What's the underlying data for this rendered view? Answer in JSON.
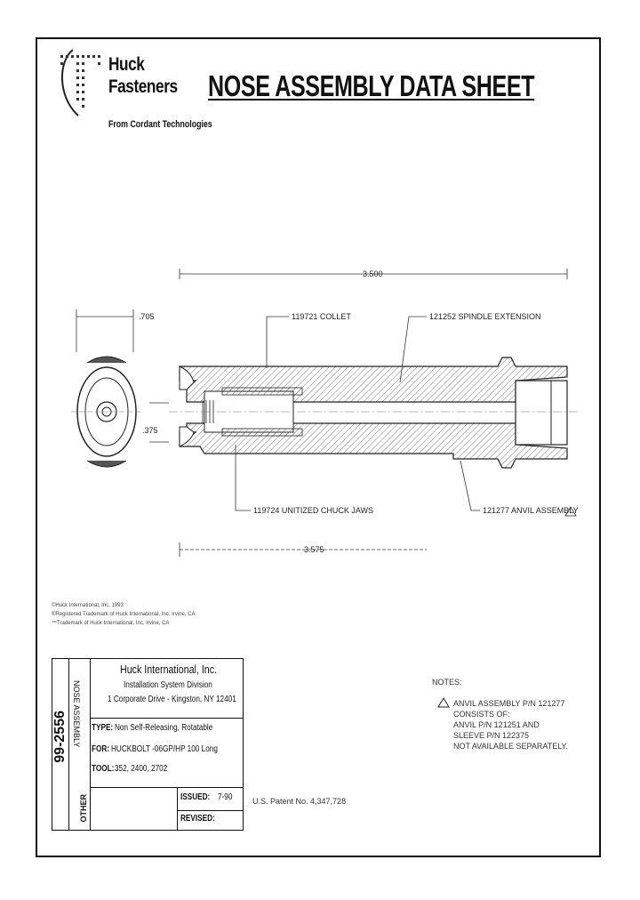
{
  "header": {
    "brand_line1": "Huck",
    "brand_line2": "Fasteners",
    "brand_sub": "From Cordant Technologies",
    "title": "NOSE ASSEMBLY DATA SHEET"
  },
  "drawing": {
    "dim_overall": "3.500",
    "dim_width": ".705",
    "dim_diameter": ".375",
    "dim_lower": "3.575",
    "label_collet": "119721 COLLET",
    "label_spindle": "121252 SPINDLE EXTENSION",
    "label_jaws": "119724 UNITIZED CHUCK JAWS",
    "label_anvil": "121277 ANVIL ASSEMBLY"
  },
  "fineprint": {
    "line1": "©Huck International, Inc. 1993",
    "line2": "®Registered Trademark of Huck International, Inc. Irvine, CA",
    "line3": "™Trademark of Huck International, Inc. Irvine, CA"
  },
  "titleblock": {
    "doc_number": "99-2556",
    "category": "NOSE ASSEMBLY",
    "other": "OTHER",
    "company": "Huck International, Inc.",
    "division": "Installation System Division",
    "address": "1 Corporate Drive - Kingston, NY 12401",
    "type_label": "TYPE:",
    "type_value": "Non Self-Releasing, Rotatable",
    "for_label": "FOR:",
    "for_value": "HUCKBOLT -06GP/HP 100 Long",
    "tool_label": "TOOL:",
    "tool_value": "352, 2400, 2702",
    "issued_label": "ISSUED:",
    "issued_value": "7-90",
    "revised_label": "REVISED:"
  },
  "notes": {
    "heading": "NOTES:",
    "line1": "ANVIL ASSEMBLY P/N 121277",
    "line2": "CONSISTS OF:",
    "line3": "ANVIL P/N 121251 AND",
    "line4": "SLEEVE P/N 122375",
    "line5": "NOT AVAILABLE SEPARATELY."
  },
  "patent": "U.S. Patent No. 4,347,728"
}
